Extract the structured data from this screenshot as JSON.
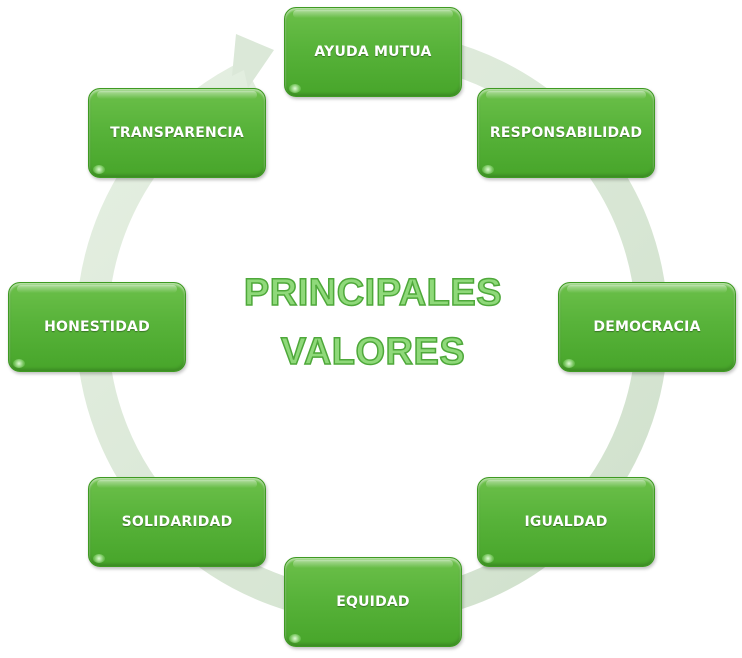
{
  "diagram": {
    "type": "cycle",
    "title_line1": "PRINCIPALES",
    "title_line2": "VALORES",
    "nodes": [
      {
        "label": "AYUDA MUTUA"
      },
      {
        "label": "RESPONSABILIDAD"
      },
      {
        "label": "DEMOCRACIA"
      },
      {
        "label": "IGUALDAD"
      },
      {
        "label": "EQUIDAD"
      },
      {
        "label": "SOLIDARIDAD"
      },
      {
        "label": "HONESTIDAD"
      },
      {
        "label": "TRANSPARENCIA"
      }
    ],
    "colors": {
      "node_fill": "#58b33a",
      "node_text": "#ffffff",
      "ring": "#d6e6d2",
      "title_fill": "#8fd97a",
      "title_stroke": "#4ea83a"
    }
  }
}
